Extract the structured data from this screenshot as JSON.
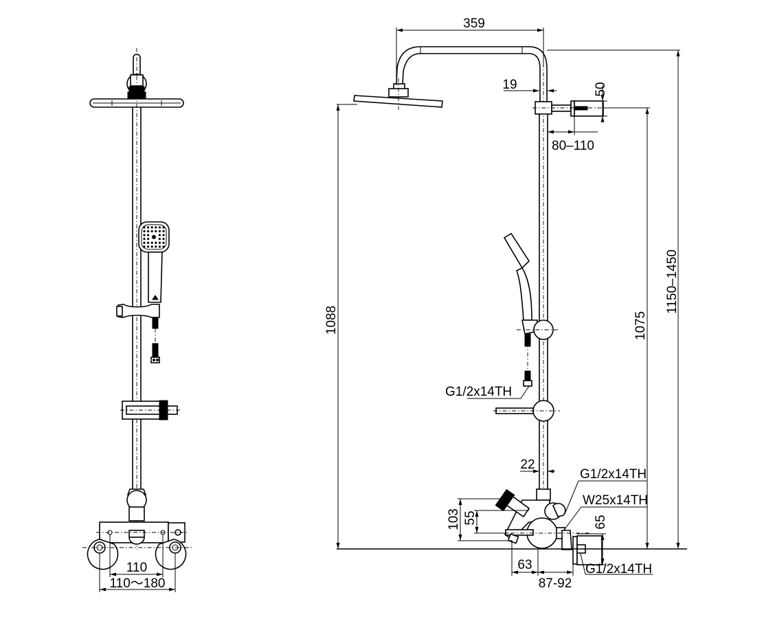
{
  "drawing": {
    "title": "Thermostatic shower system dimension drawing",
    "views": [
      "front-view",
      "side-view"
    ],
    "line_color": "#000000",
    "background": "#ffffff"
  },
  "front_view": {
    "dimensions": {
      "inner_spacing": "110",
      "outer_spacing": "110～180"
    }
  },
  "side_view": {
    "dimensions": {
      "arm_length": "359",
      "arm_offset": "19",
      "bracket_height": "50",
      "bracket_depth": "80–110",
      "head_height": "1088",
      "bracket_height_total": "1075",
      "overall_height": "1150–1450",
      "pipe_diameter": "22",
      "valve_height": "103",
      "outlet_height": "55",
      "inlet_height": "65",
      "valve_depth": "63",
      "wall_distance": "87-92"
    },
    "callouts": {
      "hand_shower_thread": "G1/2x14TH",
      "upper_outlet_thread": "G1/2x14TH",
      "connector_thread": "W25x14TH",
      "inlet_thread": "G1/2x14TH"
    }
  }
}
